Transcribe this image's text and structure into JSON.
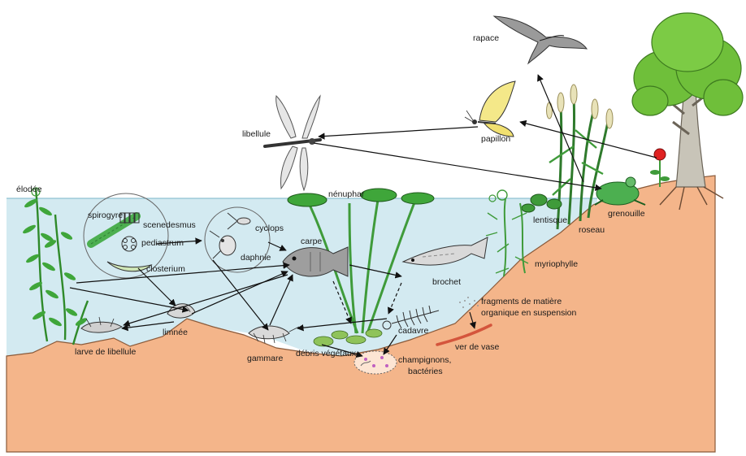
{
  "labels": {
    "rapace": "rapace",
    "libellule": "libellule",
    "papillon": "papillon",
    "elodee": "élodée",
    "nenuphar": "nénuphar",
    "spirogyre": "spirogyre",
    "scenedesmus": "scenedesmus",
    "pediastrum": "pediastrum",
    "closterium": "closterium",
    "cyclops": "cyclops",
    "daphnie": "daphnie",
    "carpe": "carpe",
    "lentisque": "lentisque",
    "roseau": "roseau",
    "grenouille": "grenouille",
    "myriophylle": "myriophylle",
    "brochet": "brochet",
    "fragments_1": "fragments  de matière",
    "fragments_2": "organique en suspension",
    "cadavre": "cadavre",
    "ver_de_vase": "ver de vase",
    "limnee": "limnée",
    "larve": "larve de libellule",
    "gammare": "gammare",
    "debris": "débris végétaux",
    "champignons_1": "champignons,",
    "champignons_2": "bactéries"
  },
  "colors": {
    "water": "#d3eaf1",
    "soil": "#f4b58a",
    "soil_edge": "#8a5a3a",
    "plant_green": "#3f9b3a",
    "leaf_light": "#5cc24c",
    "tree_green": "#6fbf3a",
    "trunk": "#c8c4b8",
    "arrow": "#111111"
  }
}
